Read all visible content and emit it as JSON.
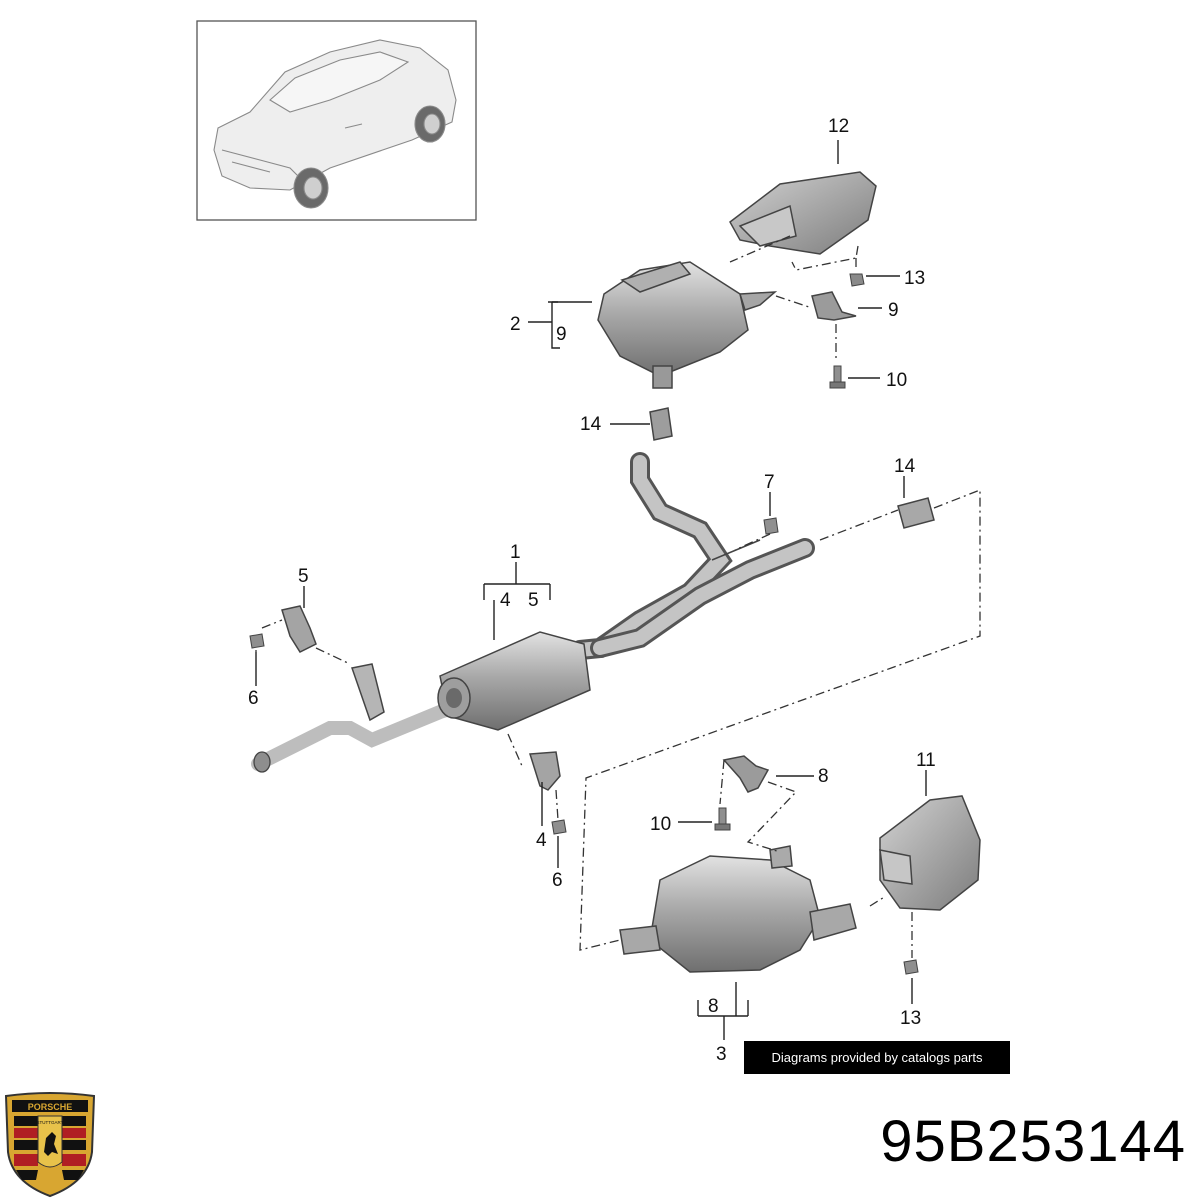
{
  "diagram": {
    "callouts": {
      "c1": "1",
      "c1_sub_a": "4",
      "c1_sub_b": "5",
      "c2": "2",
      "c2_sub": "9",
      "c3": "3",
      "c3_sub": "8",
      "c4": "4",
      "c5": "5",
      "c6_left": "6",
      "c6_bottom": "6",
      "c7": "7",
      "c8": "8",
      "c9": "9",
      "c10_top": "10",
      "c10_bottom": "10",
      "c11": "11",
      "c12": "12",
      "c13_top": "13",
      "c13_bottom": "13",
      "c14_left": "14",
      "c14_right": "14"
    },
    "notice": "Diagrams provided by catalogs parts"
  },
  "brand": {
    "logo_text": "PORSCHE",
    "logo_city": "STUTTGART",
    "part_number": "95B253144"
  },
  "colors": {
    "metal_light": "#c9c9c9",
    "metal_mid": "#9a9a9a",
    "metal_dark": "#6e6e6e",
    "logo_red": "#b01e23",
    "logo_gold": "#d8a631"
  }
}
